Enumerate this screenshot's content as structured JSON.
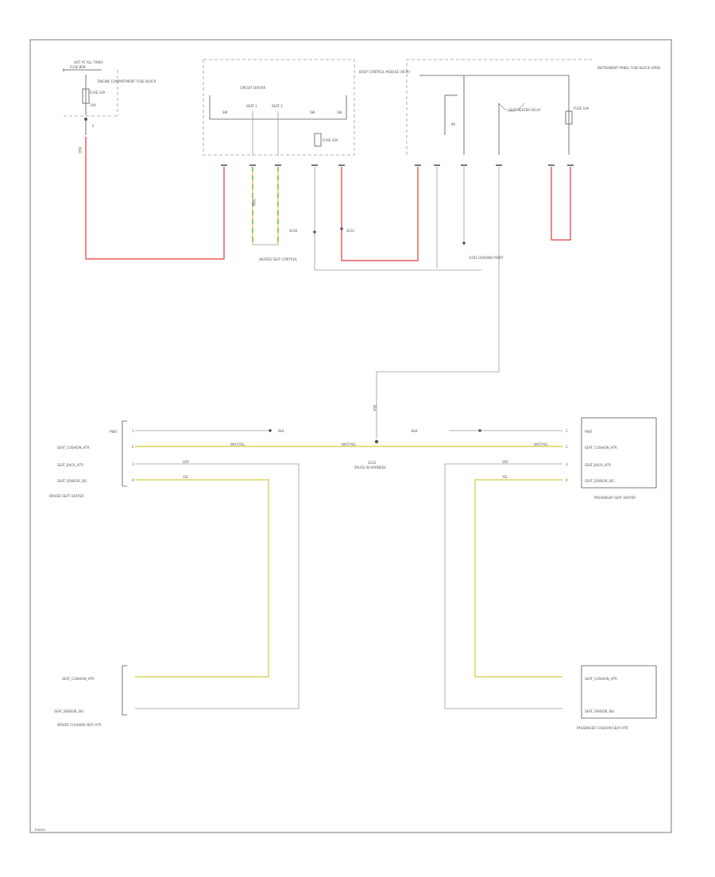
{
  "diagram": {
    "footer_mark": "Inteva",
    "left_power": {
      "label_top": "HOT AT ALL TIMES",
      "label_box": "FUSE BOX",
      "desc": "ENGINE COMPARTMENT FUSE BLOCK",
      "fuse": "FUSE 10A",
      "amp": "10A"
    },
    "center_module": {
      "title": "CIRCUIT DRIVER",
      "desc": "BODY CONTROL MODULE (BCM)",
      "pins": [
        "SW",
        "SEAT 1",
        "SEAT 2",
        "SW",
        "SW"
      ],
      "fuse": "FUSE 10A"
    },
    "right_module": {
      "desc": "INSTRUMENT PANEL FUSE BLOCK (IPFB)",
      "relay": "SEAT HEATER RELAY",
      "fuse": "FUSE 10A"
    },
    "connector_labels": {
      "c1": "HEATED SEAT CONTROL",
      "splice_a": "S230",
      "splice_b": "S231",
      "ground": "G202 GROUND POINT"
    },
    "lower_center": {
      "splice": "S232",
      "note": "SPLICE IN HARNESS",
      "wire_label": "BLK"
    },
    "driver_seat_module": {
      "name": "DRIVER SEAT HEATER",
      "pins": [
        "PWR",
        "SEAT_CUSHION_HTR",
        "SEAT_BACK_HTR",
        "SEAT_SENSOR_SIG"
      ],
      "pin_numbers": [
        "1",
        "2",
        "3",
        "4"
      ]
    },
    "passenger_seat_module": {
      "name": "PASSENGER SEAT HEATER",
      "pins": [
        "PWR",
        "SEAT_CUSHION_HTR",
        "SEAT_BACK_HTR",
        "SEAT_SENSOR_SIG"
      ],
      "pin_numbers": [
        "1",
        "2",
        "3",
        "4"
      ]
    },
    "driver_cushion": {
      "name": "DRIVER CUSHION SEAT HTR",
      "pins": [
        "SEAT_CUSHION_HTR",
        "SEAT_SENSOR_SIG"
      ]
    },
    "passenger_cushion": {
      "name": "PASSENGER CUSHION SEAT HTR",
      "pins": [
        "SEAT_CUSHION_HTR",
        "SEAT_SENSOR_SIG"
      ]
    },
    "wire_tags": {
      "red": "RED",
      "yel": "YEL",
      "grn": "GRN",
      "gry": "GRY",
      "blk": "BLK",
      "wht_yel": "WHT/YEL"
    }
  }
}
